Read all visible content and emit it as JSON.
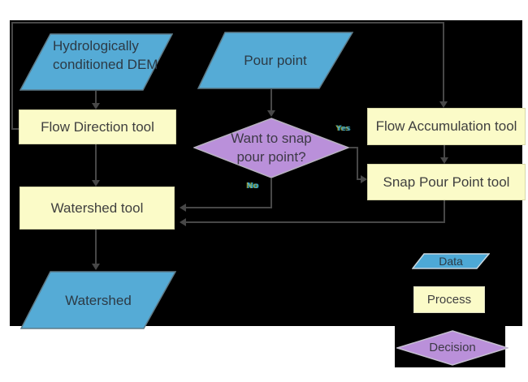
{
  "nodes": {
    "dem": {
      "label": "Hydrologically conditioned DEM",
      "type": "data"
    },
    "pour_point": {
      "label": "Pour point",
      "type": "data"
    },
    "flow_direction": {
      "label": "Flow Direction tool",
      "type": "process"
    },
    "flow_accumulation": {
      "label": "Flow Accumulation tool",
      "type": "process"
    },
    "snap_pour_point": {
      "label": "Snap Pour Point tool",
      "type": "process"
    },
    "watershed_tool": {
      "label": "Watershed tool",
      "type": "process"
    },
    "watershed": {
      "label": "Watershed",
      "type": "data"
    },
    "decision": {
      "label": "Want to snap pour point?",
      "type": "decision"
    }
  },
  "edge_labels": {
    "yes": "Yes",
    "no": "No"
  },
  "legend": {
    "data": "Data",
    "process": "Process",
    "decision": "Decision"
  },
  "colors": {
    "page_background": "#ffffff",
    "diagram_background": "#000000",
    "data_fill": "#55abd6",
    "process_fill": "#fbfbc8",
    "decision_fill": "#ba90da",
    "connector": "#474747",
    "text_dark": "#3f3f3f"
  }
}
